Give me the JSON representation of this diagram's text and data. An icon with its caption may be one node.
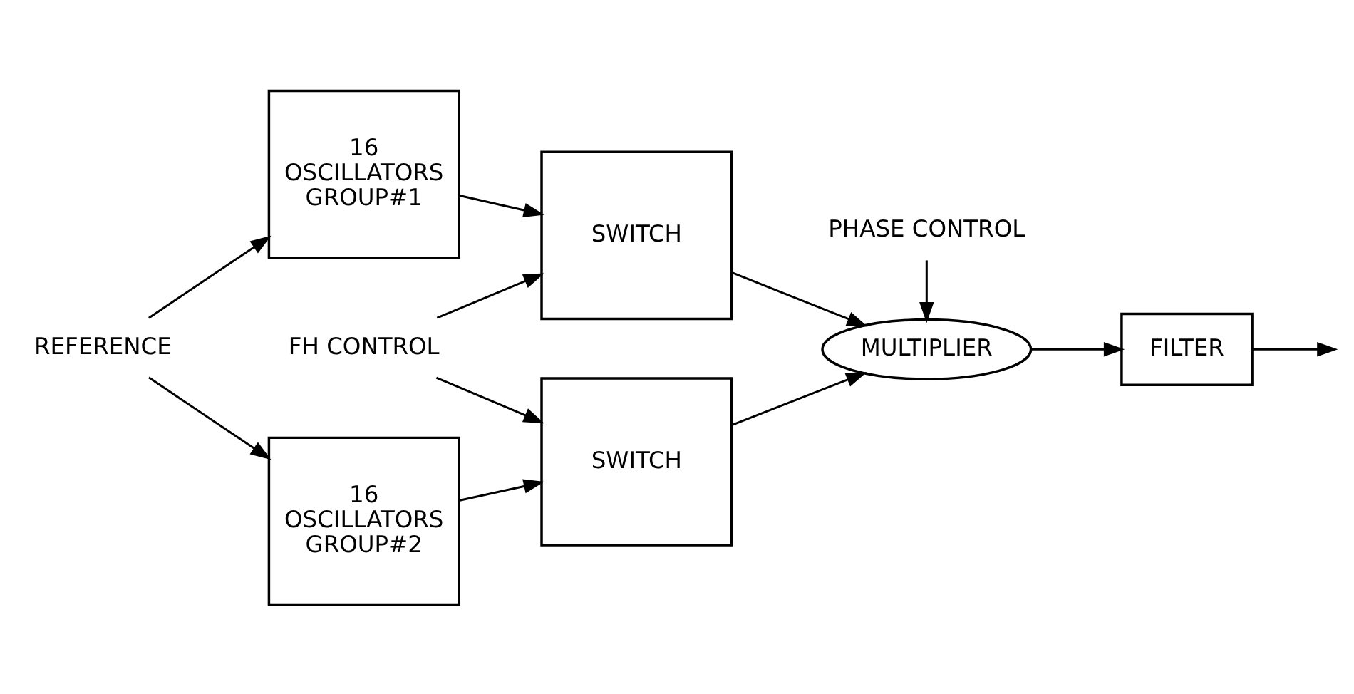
{
  "diagram": {
    "nodes": [
      {
        "text": [
          "REFERENCE"
        ]
      },
      {
        "text": [
          "16",
          "OSCILLATORS",
          "GROUP#1"
        ]
      },
      {
        "text": [
          "SWITCH"
        ]
      },
      {
        "text": [
          "FH CONTROL"
        ]
      },
      {
        "text": [
          "16",
          "OSCILLATORS",
          "GROUP#2"
        ]
      },
      {
        "text": [
          "SWITCH"
        ]
      },
      {
        "text": [
          "MULTIPLIER"
        ]
      },
      {
        "text": [
          "FILTER"
        ]
      },
      {
        "text": [
          "PHASE CONTROL"
        ]
      }
    ],
    "edges": [
      {
        "from": 0,
        "to": 1,
        "arrow": "to"
      },
      {
        "from": 0,
        "to": 4,
        "arrow": "to"
      },
      {
        "from": 1,
        "to": 2,
        "arrow": "to"
      },
      {
        "from": 4,
        "to": 5,
        "arrow": "to"
      },
      {
        "from": 3,
        "to": 2,
        "arrow": "to"
      },
      {
        "from": 3,
        "to": 5,
        "arrow": "to"
      },
      {
        "from": 2,
        "to": 6,
        "arrow": "to"
      },
      {
        "from": 5,
        "to": 6,
        "arrow": "to"
      },
      {
        "from": 8,
        "to": 6,
        "arrow": "to"
      },
      {
        "from": 6,
        "to": 7,
        "arrow": "to"
      },
      {
        "from": 7,
        "to": null,
        "arrow": "to"
      }
    ]
  }
}
